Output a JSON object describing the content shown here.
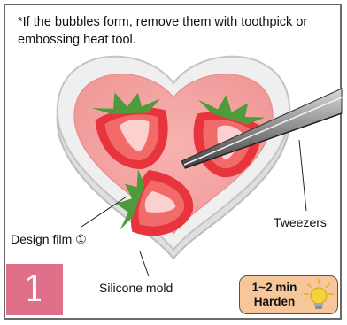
{
  "note": {
    "line1": "*If the bubbles form, remove them with toothpick or",
    "line2": "embossing heat tool."
  },
  "labels": {
    "design_film": "Design film ①",
    "tweezers": "Tweezers",
    "silicone_mold": "Silicone mold"
  },
  "step": {
    "number": "1"
  },
  "timer": {
    "duration": "1~2 min",
    "action": "Harden"
  },
  "icons": [
    "strawberry-slice",
    "tweezers",
    "heart-mold",
    "light-bulb-icon"
  ],
  "colors": {
    "resin": "#f4a3a3",
    "mold": "#e6e6e6",
    "strawberry": "#e8343c",
    "leaf": "#4f9a3a",
    "badge": "#e0708a",
    "timer_box": "#f6c79a",
    "bulb": "#f3d23a"
  }
}
